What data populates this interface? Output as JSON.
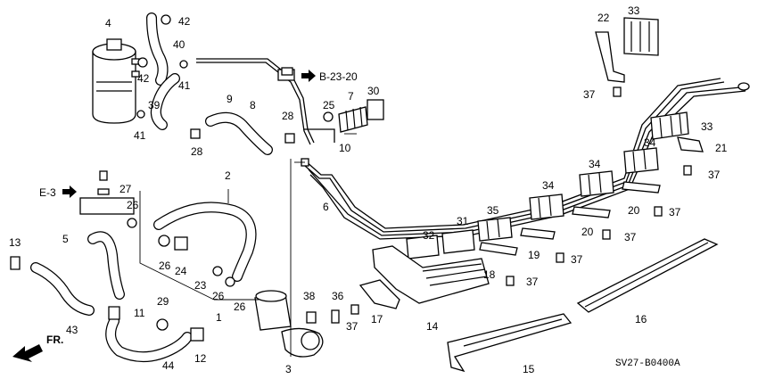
{
  "diagram": {
    "drawing_code": "SV27-B0400A",
    "direction_label": "FR.",
    "references": [
      "B-23-20",
      "E-3"
    ],
    "callouts": [
      "1",
      "2",
      "3",
      "4",
      "5",
      "6",
      "7",
      "8",
      "9",
      "10",
      "11",
      "12",
      "13",
      "14",
      "15",
      "16",
      "17",
      "18",
      "19",
      "20",
      "21",
      "22",
      "23",
      "24",
      "25",
      "26",
      "27",
      "28",
      "29",
      "30",
      "31",
      "32",
      "33",
      "34",
      "35",
      "36",
      "37",
      "38",
      "39",
      "40",
      "41",
      "42",
      "43",
      "44"
    ]
  }
}
